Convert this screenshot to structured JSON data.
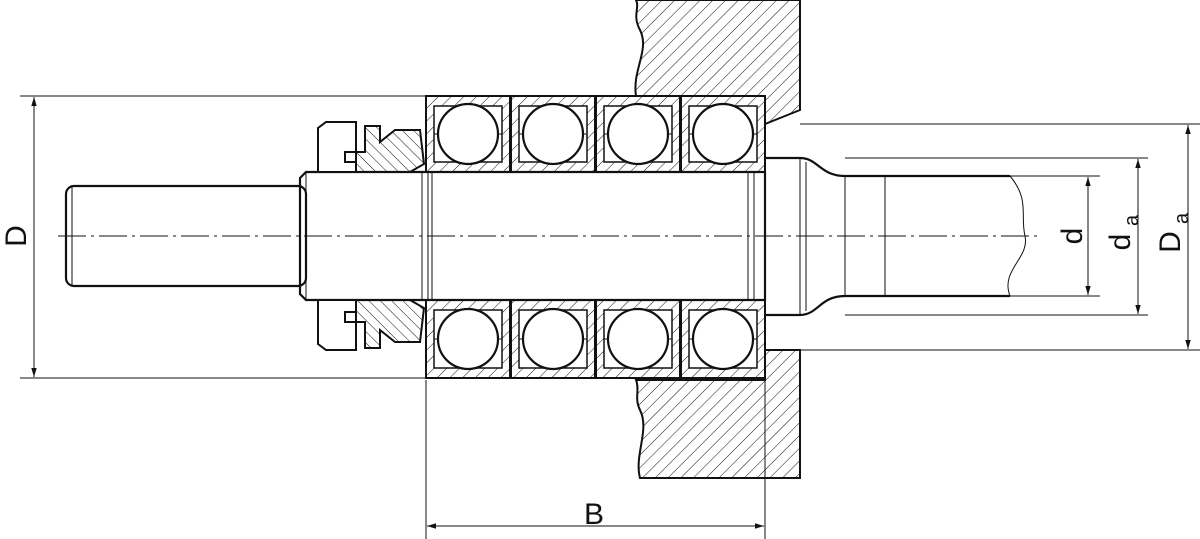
{
  "labels": {
    "D": "D",
    "B": "B",
    "d": "d",
    "da_main": "d",
    "da_sub": "a",
    "Da_main": "D",
    "Da_sub": "a"
  },
  "colors": {
    "ink": "#111111",
    "background": "#ffffff"
  }
}
